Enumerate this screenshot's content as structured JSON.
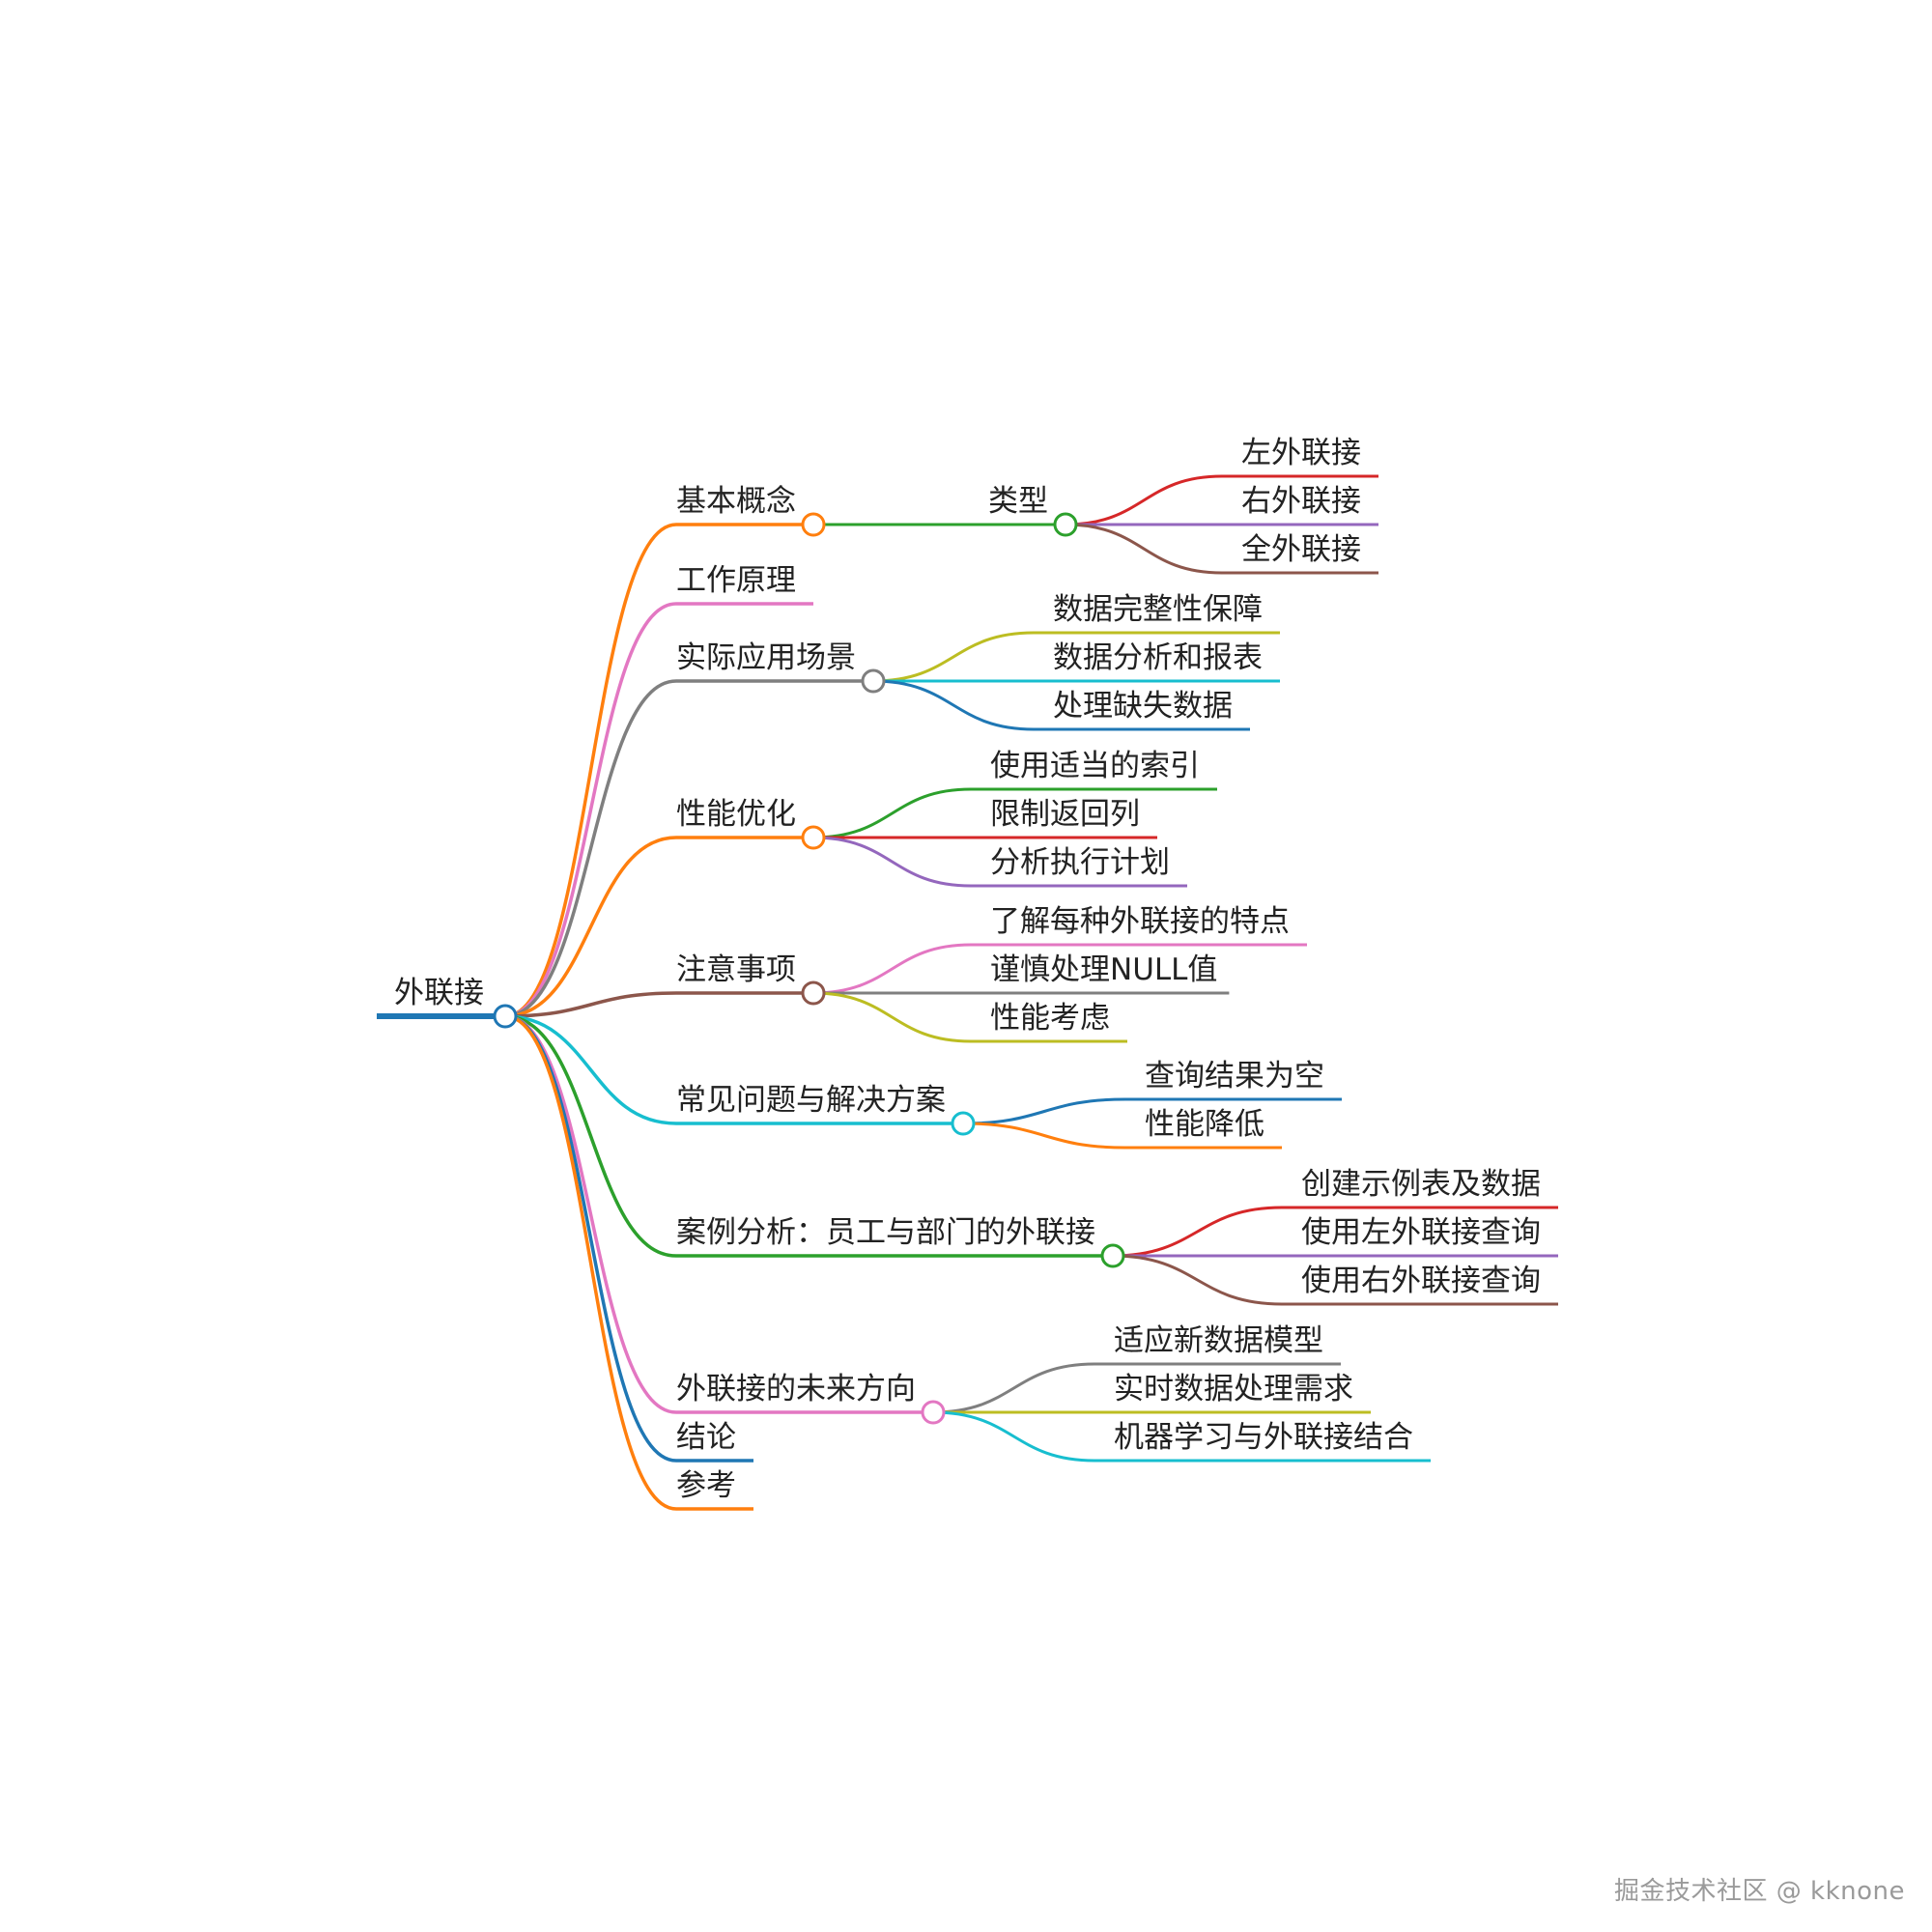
{
  "watermark": "掘金技术社区 @ kknone",
  "mindmap": {
    "root": {
      "label": "外联接",
      "color": "#1f77b4"
    },
    "branches": [
      {
        "label": "基本概念",
        "color": "#ff7f0e",
        "children": [
          {
            "label": "类型",
            "color": "#2ca02c",
            "children": [
              {
                "label": "左外联接",
                "color": "#d62728"
              },
              {
                "label": "右外联接",
                "color": "#9467bd"
              },
              {
                "label": "全外联接",
                "color": "#8c564b"
              }
            ]
          }
        ]
      },
      {
        "label": "工作原理",
        "color": "#e377c2",
        "children": []
      },
      {
        "label": "实际应用场景",
        "color": "#7f7f7f",
        "children": [
          {
            "label": "数据完整性保障",
            "color": "#bcbd22"
          },
          {
            "label": "数据分析和报表",
            "color": "#17becf"
          },
          {
            "label": "处理缺失数据",
            "color": "#1f77b4"
          }
        ]
      },
      {
        "label": "性能优化",
        "color": "#ff7f0e",
        "children": [
          {
            "label": "使用适当的索引",
            "color": "#2ca02c"
          },
          {
            "label": "限制返回列",
            "color": "#d62728"
          },
          {
            "label": "分析执行计划",
            "color": "#9467bd"
          }
        ]
      },
      {
        "label": "注意事项",
        "color": "#8c564b",
        "children": [
          {
            "label": "了解每种外联接的特点",
            "color": "#e377c2"
          },
          {
            "label": "谨慎处理NULL值",
            "color": "#7f7f7f"
          },
          {
            "label": "性能考虑",
            "color": "#bcbd22"
          }
        ]
      },
      {
        "label": "常见问题与解决方案",
        "color": "#17becf",
        "children": [
          {
            "label": "查询结果为空",
            "color": "#1f77b4"
          },
          {
            "label": "性能降低",
            "color": "#ff7f0e"
          }
        ]
      },
      {
        "label": "案例分析：员工与部门的外联接",
        "color": "#2ca02c",
        "children": [
          {
            "label": "创建示例表及数据",
            "color": "#d62728"
          },
          {
            "label": "使用左外联接查询",
            "color": "#9467bd"
          },
          {
            "label": "使用右外联接查询",
            "color": "#8c564b"
          }
        ]
      },
      {
        "label": "外联接的未来方向",
        "color": "#e377c2",
        "children": [
          {
            "label": "适应新数据模型",
            "color": "#7f7f7f"
          },
          {
            "label": "实时数据处理需求",
            "color": "#bcbd22"
          },
          {
            "label": "机器学习与外联接结合",
            "color": "#17becf"
          }
        ]
      },
      {
        "label": "结论",
        "color": "#1f77b4",
        "children": []
      },
      {
        "label": "参考",
        "color": "#ff7f0e",
        "children": []
      }
    ]
  }
}
